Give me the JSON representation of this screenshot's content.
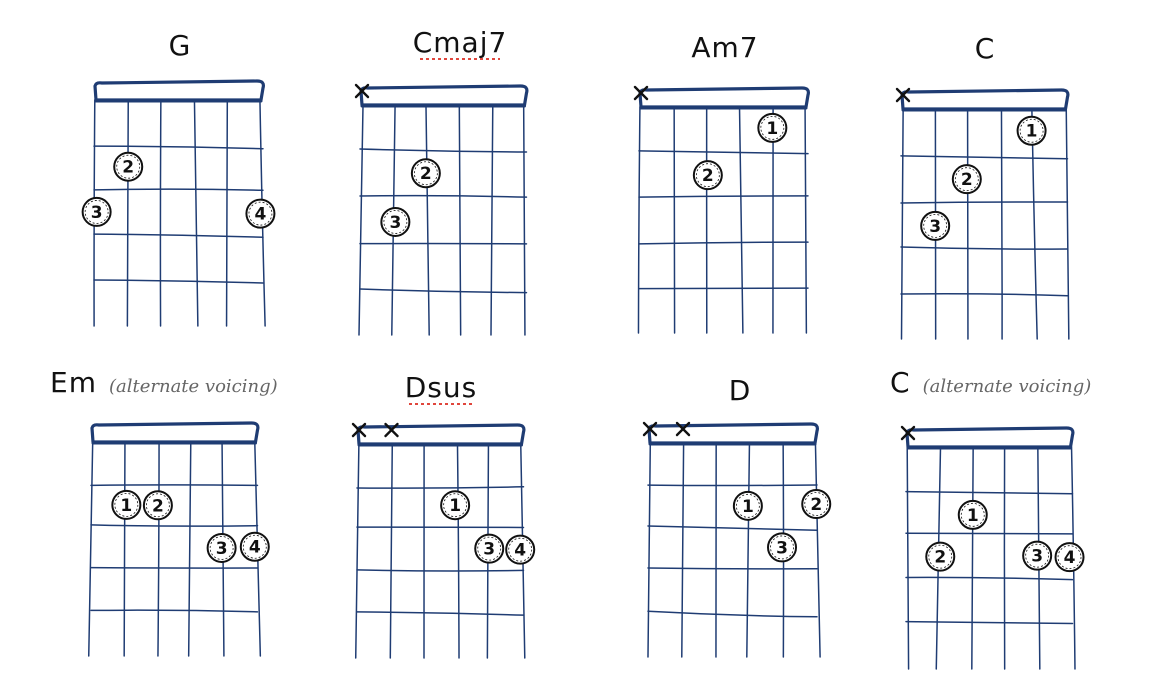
{
  "chords": [
    {
      "name": "G",
      "note": "",
      "spell_flag": false,
      "muted_strings": [],
      "fingers": [
        {
          "string": 2,
          "fret": 2,
          "label": "2"
        },
        {
          "string": 1,
          "fret": 3,
          "label": "3"
        },
        {
          "string": 6,
          "fret": 3,
          "label": "4"
        }
      ]
    },
    {
      "name": "Cmaj7",
      "note": "",
      "spell_flag": true,
      "muted_strings": [
        1
      ],
      "fingers": [
        {
          "string": 3,
          "fret": 2,
          "label": "2"
        },
        {
          "string": 2,
          "fret": 3,
          "label": "3"
        }
      ]
    },
    {
      "name": "Am7",
      "note": "",
      "spell_flag": false,
      "muted_strings": [
        1
      ],
      "fingers": [
        {
          "string": 5,
          "fret": 1,
          "label": "1"
        },
        {
          "string": 3,
          "fret": 2,
          "label": "2"
        }
      ]
    },
    {
      "name": "C",
      "note": "",
      "spell_flag": false,
      "muted_strings": [
        1
      ],
      "fingers": [
        {
          "string": 5,
          "fret": 1,
          "label": "1"
        },
        {
          "string": 3,
          "fret": 2,
          "label": "2"
        },
        {
          "string": 2,
          "fret": 3,
          "label": "3"
        }
      ]
    },
    {
      "name": "Em",
      "note": "(alternate voicing)",
      "spell_flag": false,
      "muted_strings": [],
      "fingers": [
        {
          "string": 2,
          "fret": 2,
          "label": "1"
        },
        {
          "string": 3,
          "fret": 2,
          "label": "2"
        },
        {
          "string": 5,
          "fret": 3,
          "label": "3"
        },
        {
          "string": 6,
          "fret": 3,
          "label": "4"
        }
      ]
    },
    {
      "name": "Dsus",
      "note": "",
      "spell_flag": true,
      "muted_strings": [
        1,
        2
      ],
      "fingers": [
        {
          "string": 4,
          "fret": 2,
          "label": "1"
        },
        {
          "string": 5,
          "fret": 3,
          "label": "3"
        },
        {
          "string": 6,
          "fret": 3,
          "label": "4"
        }
      ]
    },
    {
      "name": "D",
      "note": "",
      "spell_flag": false,
      "muted_strings": [
        1,
        2
      ],
      "fingers": [
        {
          "string": 4,
          "fret": 2,
          "label": "1"
        },
        {
          "string": 6,
          "fret": 2,
          "label": "2"
        },
        {
          "string": 5,
          "fret": 3,
          "label": "3"
        }
      ]
    },
    {
      "name": "C",
      "note": "(alternate voicing)",
      "spell_flag": false,
      "muted_strings": [
        1
      ],
      "fingers": [
        {
          "string": 3,
          "fret": 2,
          "label": "1"
        },
        {
          "string": 2,
          "fret": 3,
          "label": "2"
        },
        {
          "string": 5,
          "fret": 3,
          "label": "3"
        },
        {
          "string": 6,
          "fret": 3,
          "label": "4"
        }
      ]
    }
  ]
}
